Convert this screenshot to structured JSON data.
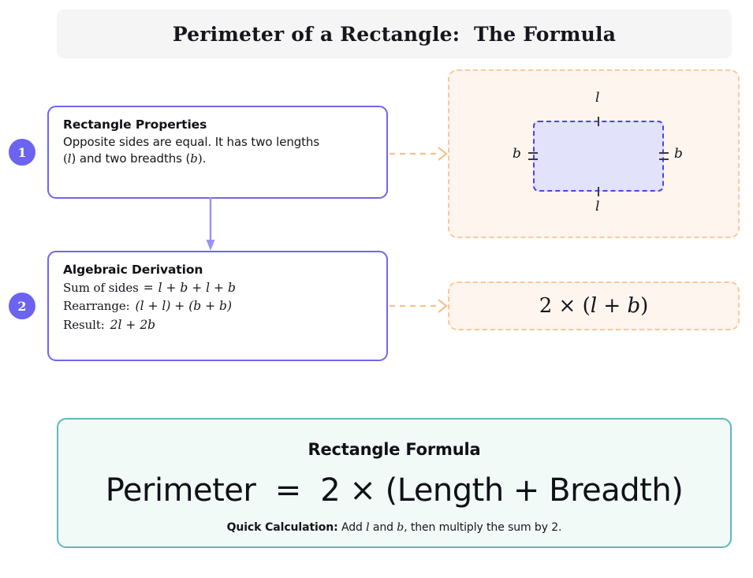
{
  "title": {
    "text": "Perimeter of a Rectangle:  The Formula"
  },
  "colors": {
    "accent_indigo": "#6c63f0",
    "box_border": "#6f67ec",
    "panel_bg": "#fdf5ee",
    "panel_border": "#fbc89a",
    "rect_fill": "#e2e2fb",
    "rect_stroke": "#4a46e8",
    "summary_border": "#5fb8b8",
    "summary_bg": "#f2faf8",
    "title_bg": "#f5f5f6"
  },
  "steps": [
    {
      "badge": "1",
      "title": "Rectangle Properties",
      "body_line1": "Opposite sides are equal.  It has two lengths",
      "body_line2_pre": "(",
      "body_line2_var1": "l",
      "body_line2_mid": ") and two breadths (",
      "body_line2_var2": "b",
      "body_line2_post": ")."
    },
    {
      "badge": "2",
      "title": "Algebraic Derivation",
      "lines": [
        {
          "label": "Sum of sides",
          "sep": " = ",
          "expr": "l + b + l + b"
        },
        {
          "label": "Rearrange:",
          "sep": "  ",
          "expr": "(l + l) + (b + b)"
        },
        {
          "label": "Result:",
          "sep": "  ",
          "expr": "2l + 2b"
        }
      ]
    }
  ],
  "diagram": {
    "label_length_top": "l",
    "label_length_bottom": "l",
    "label_breadth_left": "b",
    "label_breadth_right": "b",
    "tick_note_length": "single-tick",
    "tick_note_breadth": "double-tick"
  },
  "formula_panel": {
    "expr_num": "2",
    "expr_times": " × ",
    "expr_open": "(",
    "expr_var1": "l",
    "expr_plus": " + ",
    "expr_var2": "b",
    "expr_close": ")"
  },
  "summary": {
    "title": "Rectangle Formula",
    "formula": "Perimeter  =  2 × (Length + Breadth)",
    "note_label": "Quick Calculation:",
    "note_pre": " Add ",
    "note_var1": "l",
    "note_mid": " and ",
    "note_var2": "b",
    "note_post": ", then multiply the sum by 2."
  }
}
